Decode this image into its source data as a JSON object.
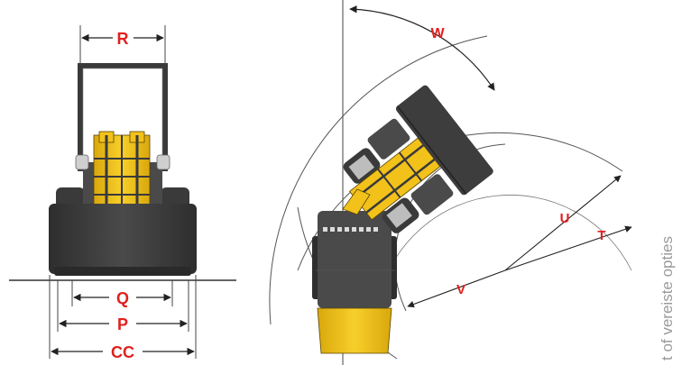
{
  "labels": {
    "R": "R",
    "Q": "Q",
    "P": "P",
    "CC": "CC",
    "W": "W",
    "U": "U",
    "T": "T",
    "V": "V"
  },
  "side_text": "t of vereiste opties",
  "colors": {
    "label_red": "#e0211f",
    "machine_dark": "#3d3d3d",
    "machine_yellow": "#f2c21b",
    "line_gray": "#555555"
  }
}
